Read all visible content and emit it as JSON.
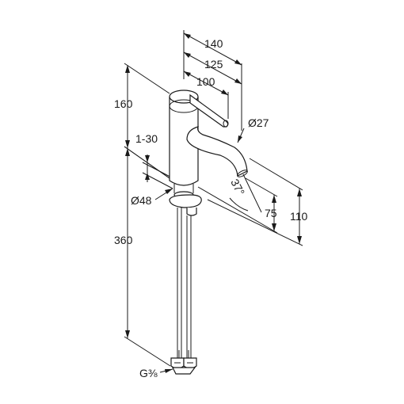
{
  "drawing": {
    "dimensions": {
      "spout_reach_140": "140",
      "spout_reach_125": "125",
      "lever_reach_100": "100",
      "spout_diameter": "Ø27",
      "height_160": "160",
      "deck_thickness": "1-30",
      "base_diameter": "Ø48",
      "spout_angle": "37°",
      "spout_height_75": "75",
      "outlet_height_110": "110",
      "hose_length_360": "360",
      "thread_size": "G⅜"
    }
  }
}
